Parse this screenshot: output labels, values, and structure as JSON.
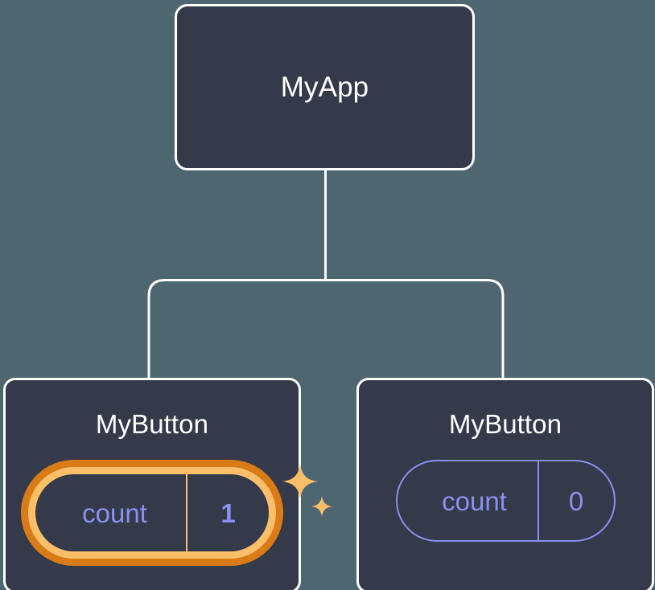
{
  "diagram": {
    "type": "component-tree",
    "background_color": "#4d6670",
    "node_fill_color": "#343a4a",
    "node_border_color": "#ffffff",
    "connector_color": "#ffffff",
    "accent_highlight_color": "#d97b17",
    "accent_highlight_inner_color": "#fbbf6a",
    "state_text_color": "#8b8ff0",
    "title_text_color": "#ffffff"
  },
  "root": {
    "title": "MyApp"
  },
  "children": [
    {
      "title": "MyButton",
      "highlighted": true,
      "state": {
        "key": "count",
        "value": "1"
      },
      "sparkles": [
        {
          "name": "sparkle-large",
          "glyph": "✦"
        },
        {
          "name": "sparkle-small",
          "glyph": "✦"
        }
      ]
    },
    {
      "title": "MyButton",
      "highlighted": false,
      "state": {
        "key": "count",
        "value": "0"
      }
    }
  ]
}
